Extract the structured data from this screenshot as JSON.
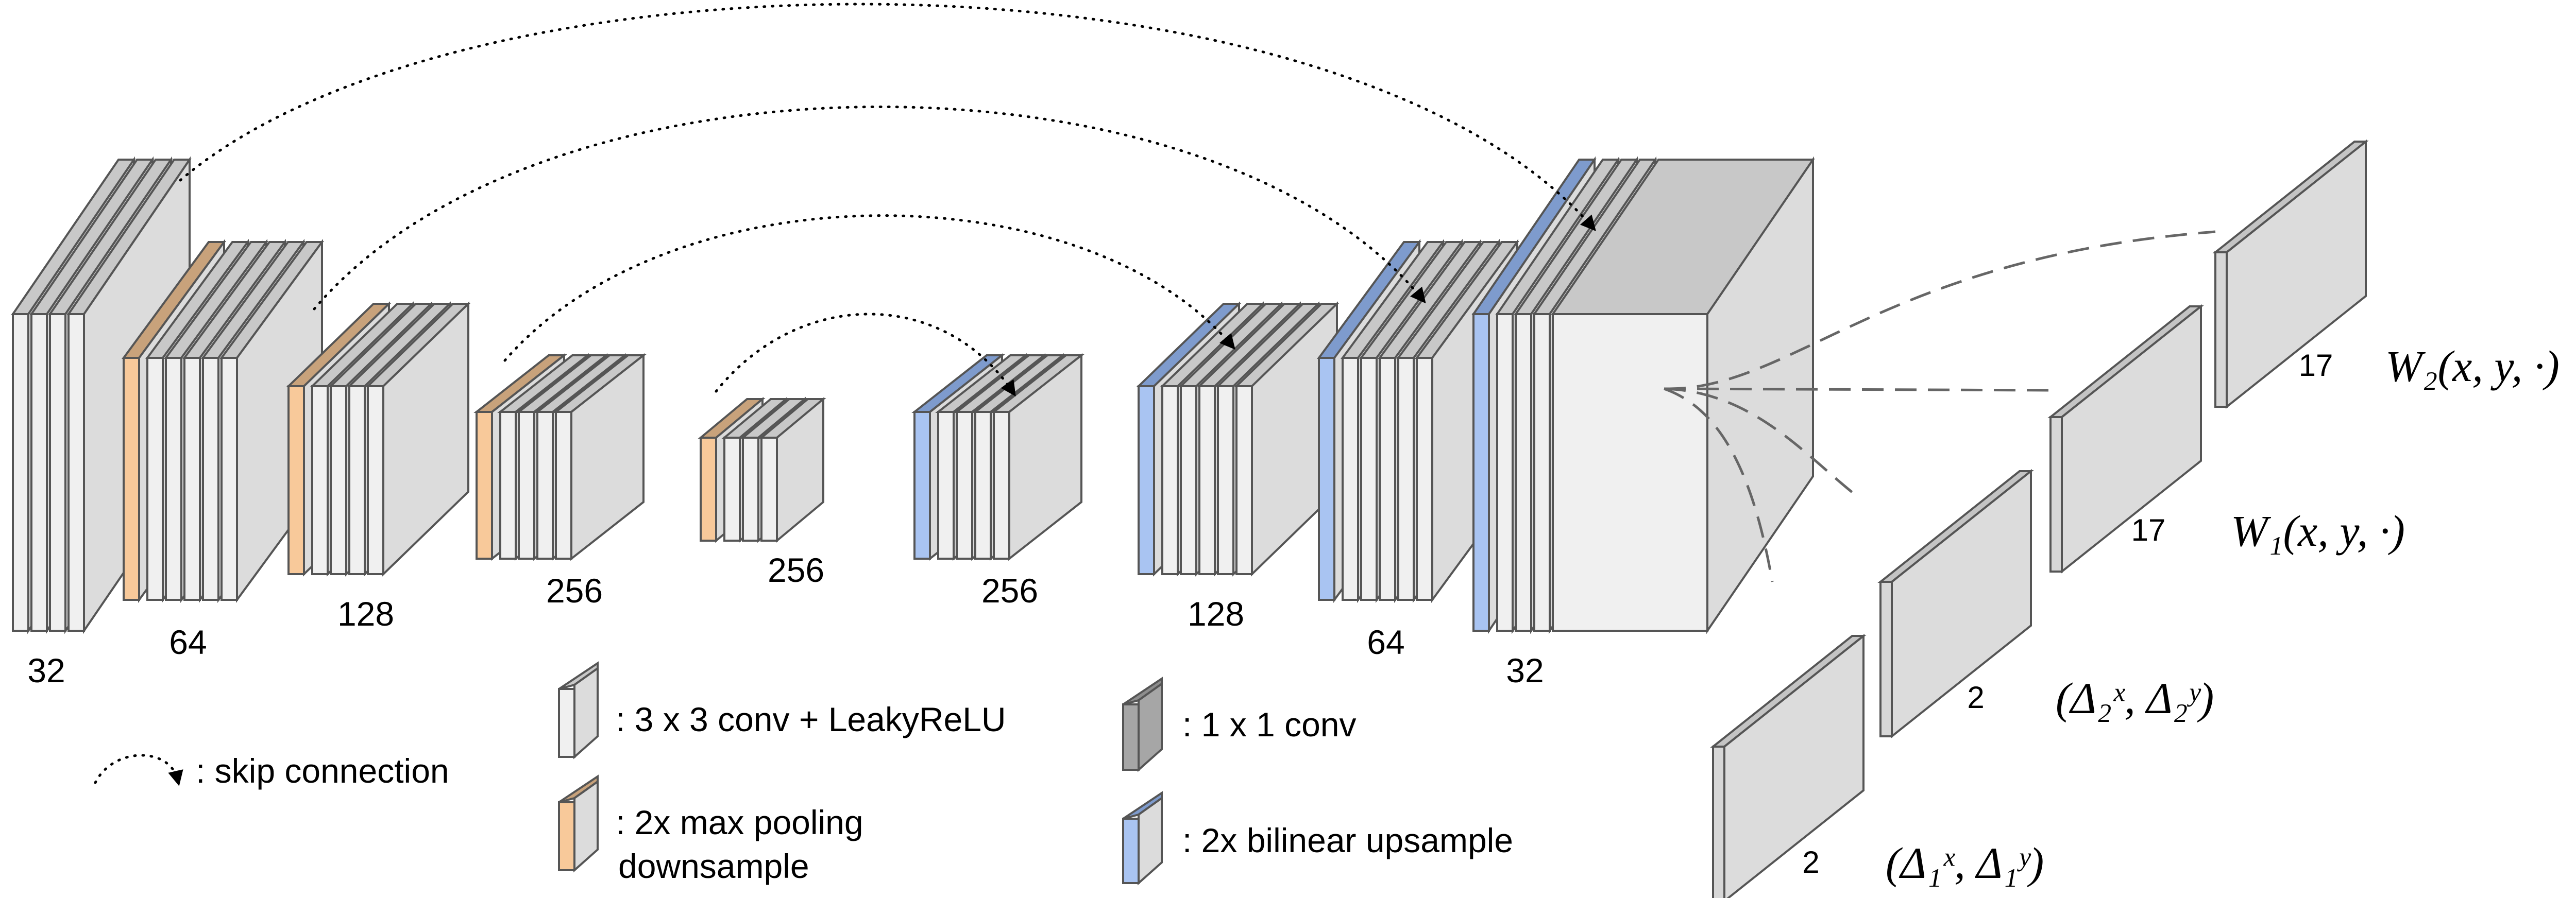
{
  "channel_labels": [
    "32",
    "64",
    "128",
    "256",
    "256",
    "256",
    "128",
    "64",
    "32"
  ],
  "outputs": [
    {
      "channels": "17",
      "label": "W₂(x, y, ·)"
    },
    {
      "channels": "17",
      "label": "W₁(x, y, ·)"
    },
    {
      "channels": "2",
      "label": "(Δ₂ˣ, Δ₂ʸ)"
    },
    {
      "channels": "2",
      "label": "(Δ₁ˣ, Δ₁ʸ)"
    }
  ],
  "legend": {
    "skip": ": skip connection",
    "conv": ": 3 x 3 conv + LeakyReLU",
    "pool_line1": ": 2x max pooling",
    "pool_line2": "downsample",
    "one_by_one": ": 1 x 1 conv",
    "upsample": ": 2x bilinear upsample"
  },
  "colors": {
    "conv": "#f0f0f0",
    "pool": "#f8c99a",
    "upsample": "#a9c4f2",
    "one_by_one": "#a6a6a6",
    "output": "#d7d7d7"
  }
}
